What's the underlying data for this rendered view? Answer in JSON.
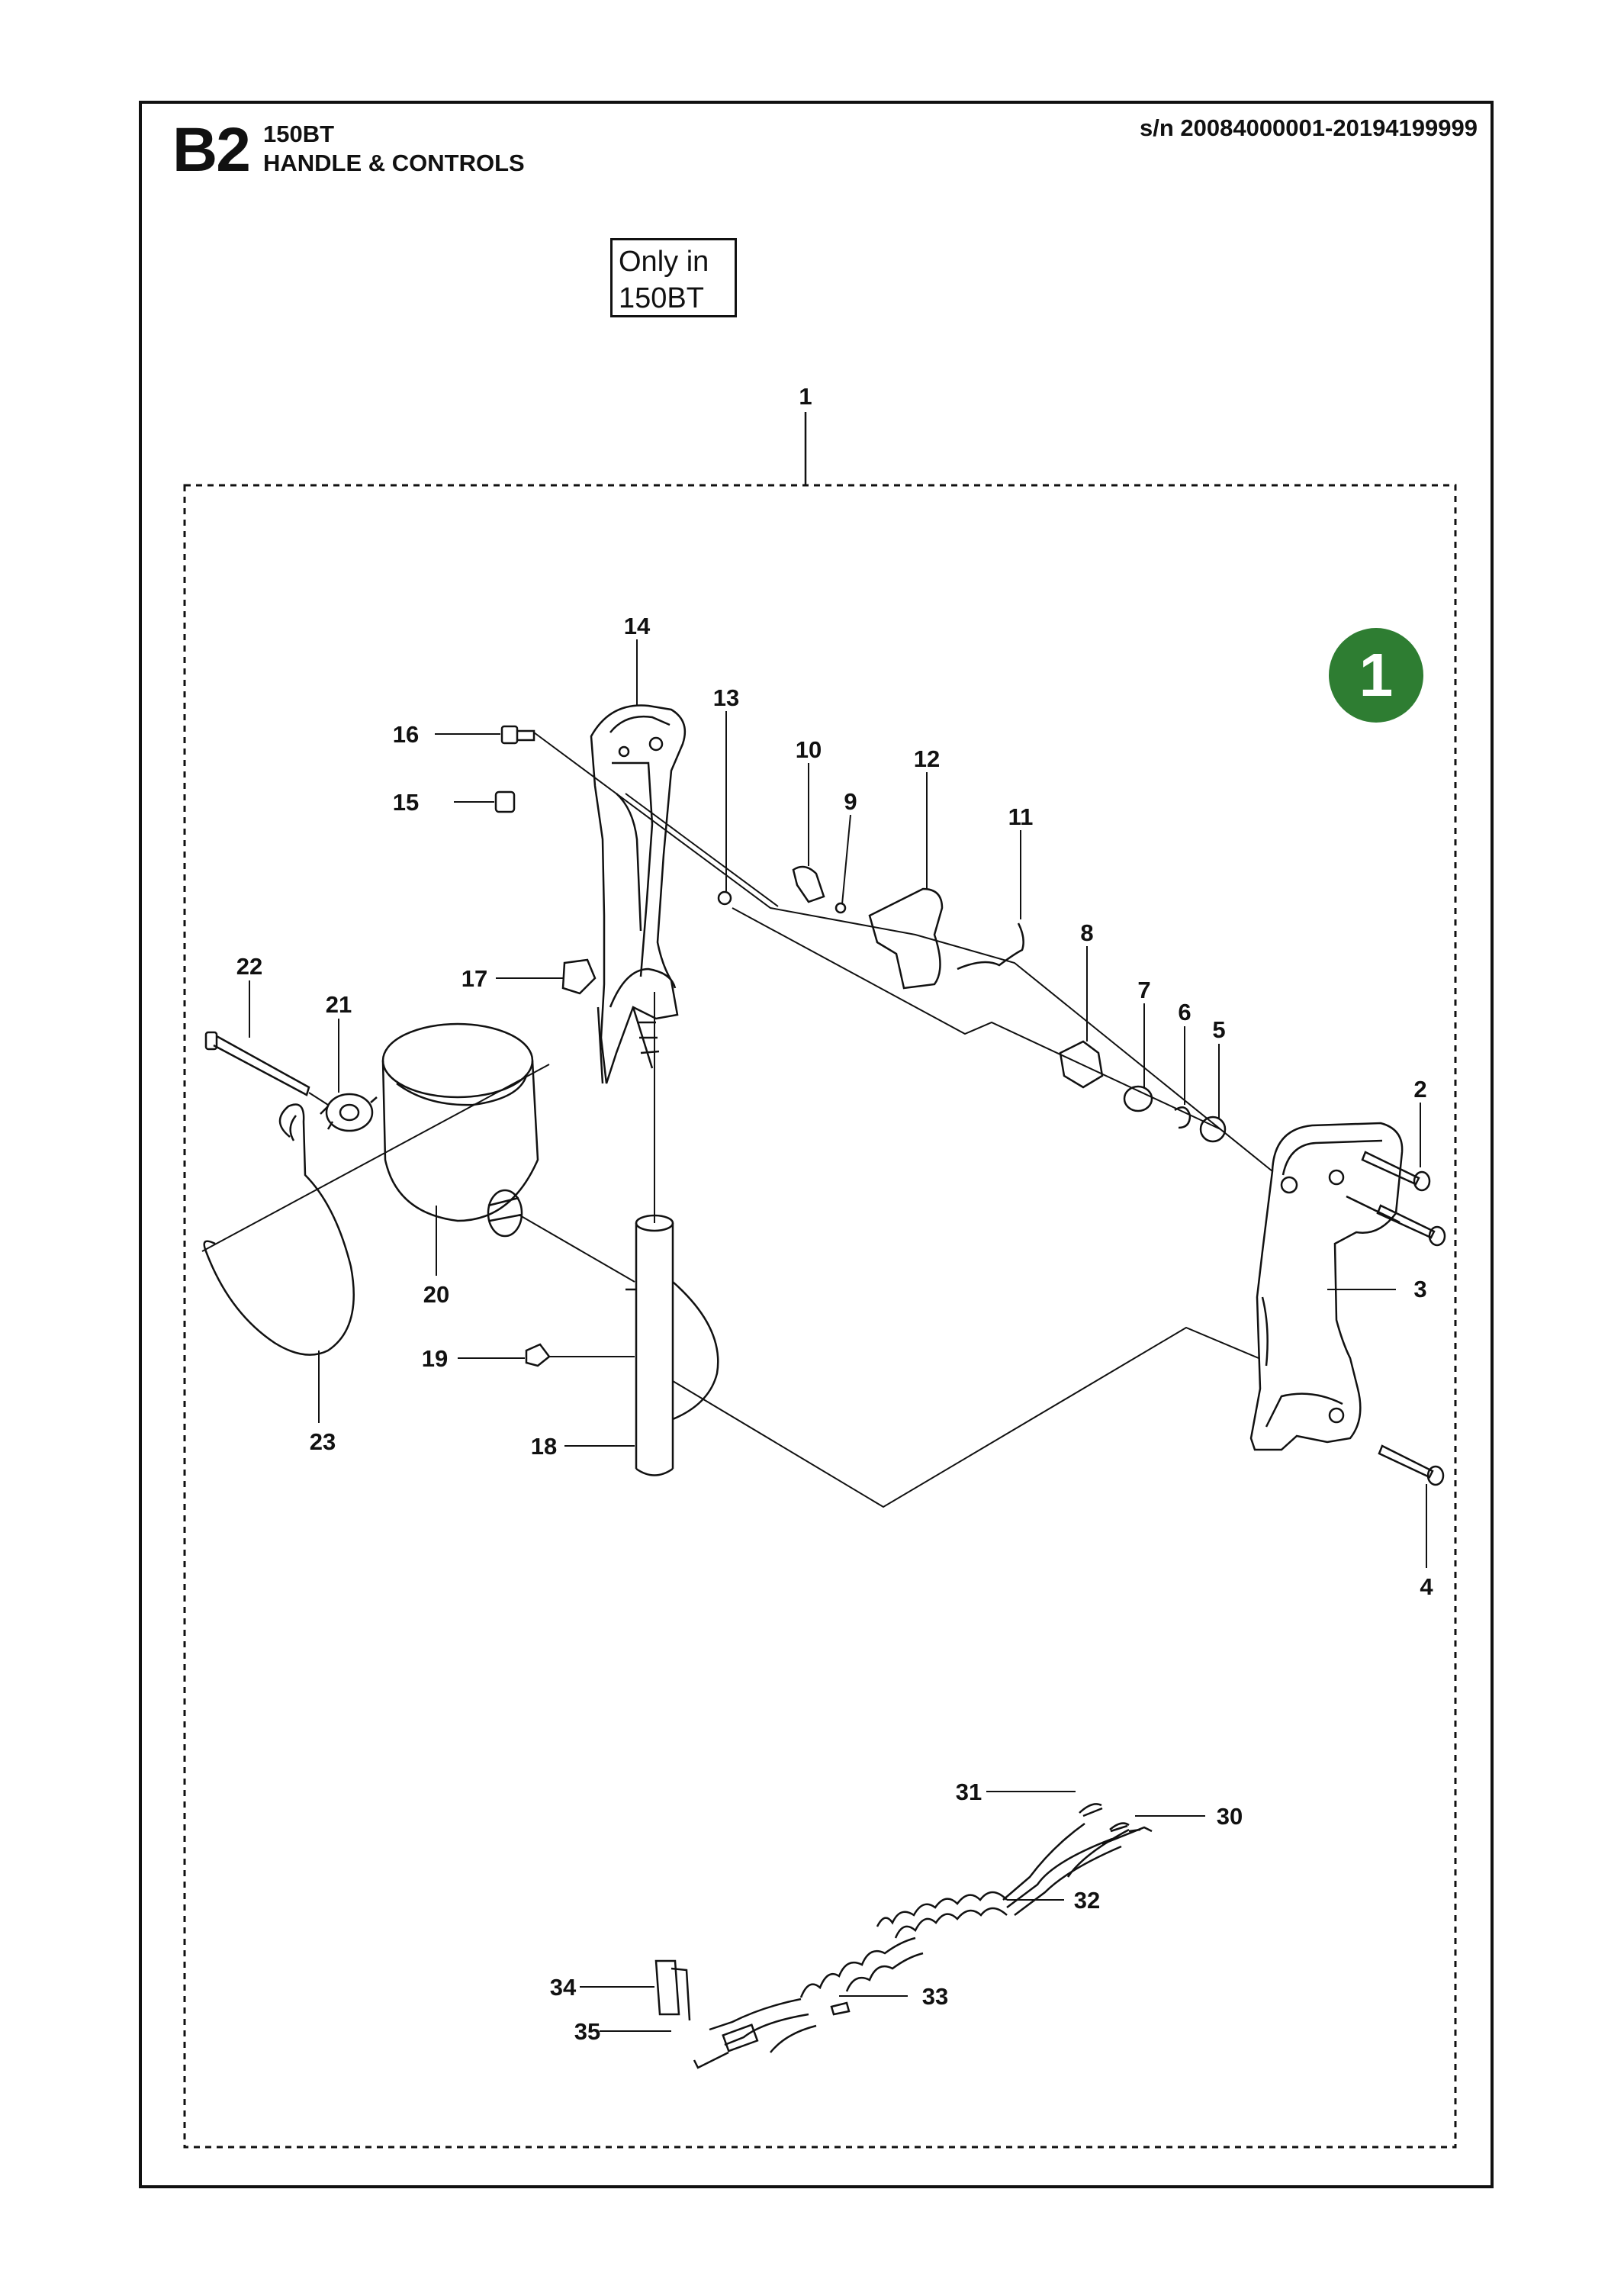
{
  "header": {
    "section_code": "B2",
    "model": "150BT",
    "section_title": "HANDLE & CONTROLS",
    "serial_range": "s/n 20084000001-20194199999"
  },
  "note": {
    "line1": "Only in",
    "line2": "150BT"
  },
  "badge": {
    "number": "1",
    "color": "#2e7d32"
  },
  "callouts": [
    "1",
    "2",
    "3",
    "4",
    "5",
    "6",
    "7",
    "8",
    "9",
    "10",
    "11",
    "12",
    "13",
    "14",
    "15",
    "16",
    "17",
    "18",
    "19",
    "20",
    "21",
    "22",
    "23",
    "30",
    "31",
    "32",
    "33",
    "34",
    "35"
  ]
}
